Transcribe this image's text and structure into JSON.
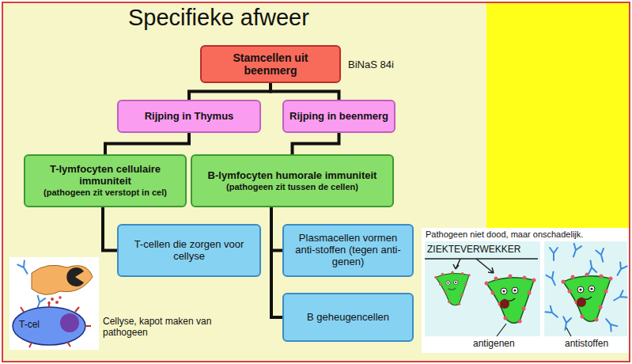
{
  "diagram": {
    "title": "Specifieke afweer",
    "nodes": [
      {
        "text": [
          "Stamcellen uit beenmerg"
        ]
      },
      {
        "text": [
          "Rijping in Thymus"
        ]
      },
      {
        "text": [
          "Rijping in beenmerg"
        ]
      },
      {
        "text": [
          "T-lymfocyten cellulaire immuniteit",
          "(pathogeen zit verstopt in cel)"
        ]
      },
      {
        "text": [
          "B-lymfocyten humorale immuniteit",
          "(pathogeen zit tussen de cellen)"
        ]
      },
      {
        "text": [
          "T-cellen die zorgen voor cellyse"
        ]
      },
      {
        "text": [
          "Plasmacellen vormen anti-stoffen (tegen anti-genen)"
        ]
      },
      {
        "text": [
          "B geheugencellen"
        ]
      }
    ],
    "edges": [
      {
        "from": 0,
        "to": 1,
        "arrow": "none"
      },
      {
        "from": 0,
        "to": 2,
        "arrow": "none"
      },
      {
        "from": 1,
        "to": 3,
        "arrow": "none"
      },
      {
        "from": 2,
        "to": 4,
        "arrow": "none"
      },
      {
        "from": 3,
        "to": 5,
        "arrow": "none"
      },
      {
        "from": 4,
        "to": 6,
        "arrow": "none"
      },
      {
        "from": 4,
        "to": 7,
        "arrow": "none"
      }
    ],
    "labels": [
      "BiNaS 84i",
      "Cellyse, kapot maken van pathogeen",
      "T-cel",
      "Pathogeen niet dood, maar onschadelijk.",
      "ZIEKTEVERWEKKER",
      "antigenen",
      "antistoffen"
    ]
  }
}
